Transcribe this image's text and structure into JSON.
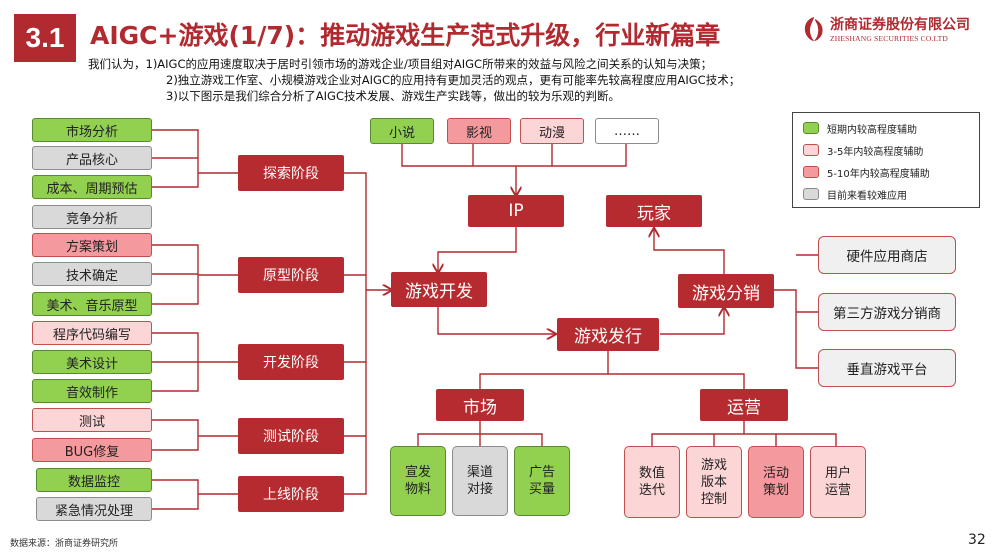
{
  "header": {
    "section": "3.1",
    "title": "AIGC+游戏(1/7)：推动游戏生产范式升级，行业新篇章",
    "brand_cn": "浙商证券股份有限公司",
    "brand_en": "ZHESHANG SECURITIES CO.LTD"
  },
  "intro": [
    "我们认为，1)AIGC的应用速度取决于居时引领市场的游戏企业/项目组对AIGC所带来的效益与风险之间关系的认知与决策；",
    "2)独立游戏工作室、小规模游戏企业对AIGC的应用持有更加灵活的观点，更有可能率先较高程度应用AIGC技术；",
    "3)以下图示是我们综合分析了AIGC技术发展、游戏生产实践等，做出的较为乐观的判断。"
  ],
  "legend": [
    {
      "label": "短期内较高程度辅助",
      "color": "#92d050"
    },
    {
      "label": "3-5年内较高程度辅助",
      "color": "#fcd5d6"
    },
    {
      "label": "5-10年内较高程度辅助",
      "color": "#f49a9e"
    },
    {
      "label": "目前来看较难应用",
      "color": "#d9d9d9"
    }
  ],
  "tasks": [
    {
      "label": "市场分析",
      "level": "green"
    },
    {
      "label": "产品核心",
      "level": "gray"
    },
    {
      "label": "成本、周期预估",
      "level": "green"
    },
    {
      "label": "竞争分析",
      "level": "gray"
    },
    {
      "label": "方案策划",
      "level": "pink"
    },
    {
      "label": "技术确定",
      "level": "gray"
    },
    {
      "label": "美术、音乐原型",
      "level": "green"
    },
    {
      "label": "程序代码编写",
      "level": "lpink"
    },
    {
      "label": "美术设计",
      "level": "green"
    },
    {
      "label": "音效制作",
      "level": "green"
    },
    {
      "label": "测试",
      "level": "lpink"
    },
    {
      "label": "BUG修复",
      "level": "pink"
    },
    {
      "label": "数据监控",
      "level": "green"
    },
    {
      "label": "紧急情况处理",
      "level": "gray"
    }
  ],
  "stages": [
    "探索阶段",
    "原型阶段",
    "开发阶段",
    "测试阶段",
    "上线阶段"
  ],
  "ip_sources": [
    {
      "label": "小说",
      "level": "green"
    },
    {
      "label": "影视",
      "level": "pink"
    },
    {
      "label": "动漫",
      "level": "lpink"
    },
    {
      "label": "……",
      "level": "white"
    }
  ],
  "hubs": {
    "ip": "IP",
    "player": "玩家",
    "dev": "游戏开发",
    "distribution": "游戏分销",
    "publish": "游戏发行",
    "market": "市场",
    "operation": "运营"
  },
  "channels": [
    "硬件应用商店",
    "第三方游戏分销商",
    "垂直游戏平台"
  ],
  "market_items": [
    {
      "label": "宣发\n物料",
      "level": "green"
    },
    {
      "label": "渠道\n对接",
      "level": "gray"
    },
    {
      "label": "广告\n买量",
      "level": "green"
    }
  ],
  "operation_items": [
    {
      "label": "数值\n迭代",
      "level": "lpink"
    },
    {
      "label": "游戏\n版本\n控制",
      "level": "lpink"
    },
    {
      "label": "活动\n策划",
      "level": "pink"
    },
    {
      "label": "用户\n运营",
      "level": "lpink"
    }
  ],
  "footer": {
    "source": "数据来源：浙商证券研究所",
    "page": "32"
  }
}
